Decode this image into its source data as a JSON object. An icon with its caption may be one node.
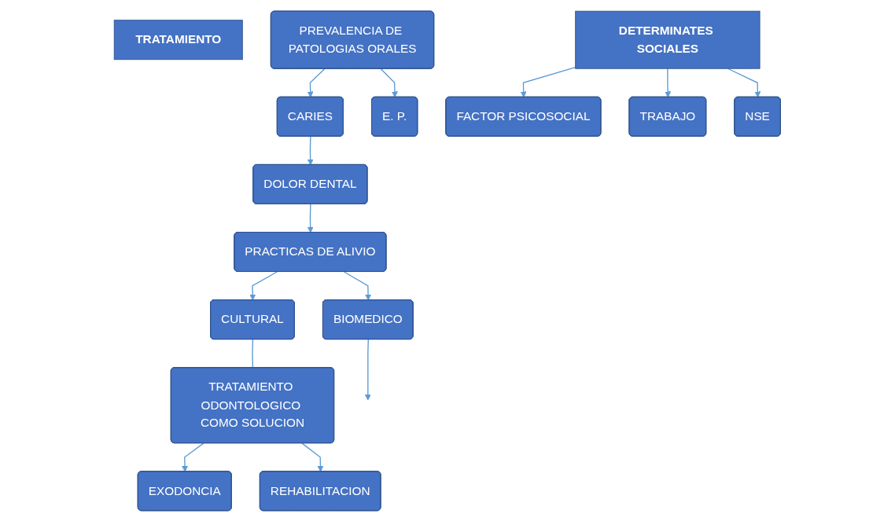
{
  "diagram": {
    "nodes": [
      {
        "text": [
          "TRATAMIENTO"
        ]
      },
      {
        "text": [
          "PREVALENCIA DE PATOLOGIAS ORALES"
        ]
      },
      {
        "text": [
          "CARIES"
        ]
      },
      {
        "text": [
          "E. P."
        ]
      },
      {
        "text": [
          "DOLOR DENTAL"
        ]
      },
      {
        "text": [
          "PRACTICAS DE ALIVIO"
        ]
      },
      {
        "text": [
          "BIOMEDICO"
        ]
      },
      {
        "text": [
          "CULTURAL"
        ]
      },
      {
        "text": [
          "TRATAMIENTO ODONTOLOGICO COMO SOLUCION"
        ]
      },
      {
        "text": [
          "EXODONCIA"
        ]
      },
      {
        "text": [
          "REHABILITACION"
        ]
      },
      {
        "text": [
          "DETERMINATES SOCIALES"
        ]
      },
      {
        "text": [
          "FACTOR PSICOSOCIAL"
        ]
      },
      {
        "text": [
          "TRABAJO"
        ]
      },
      {
        "text": [
          "NSE"
        ]
      }
    ],
    "edges": [
      {
        "from": 1,
        "to": 2,
        "arrow": "to"
      },
      {
        "from": 1,
        "to": 3,
        "arrow": "to"
      },
      {
        "from": 2,
        "to": 4,
        "arrow": "to"
      },
      {
        "from": 4,
        "to": 5,
        "arrow": "to"
      },
      {
        "from": 5,
        "to": 6,
        "arrow": "to"
      },
      {
        "from": 5,
        "to": 7,
        "arrow": "to"
      },
      {
        "from": 6,
        "to": null,
        "arrow": "to"
      },
      {
        "from": 7,
        "to": 8,
        "arrow": "none"
      },
      {
        "from": 8,
        "to": 9,
        "arrow": "to"
      },
      {
        "from": 8,
        "to": 10,
        "arrow": "to"
      },
      {
        "from": 11,
        "to": 12,
        "arrow": "to"
      },
      {
        "from": 11,
        "to": 13,
        "arrow": "to"
      },
      {
        "from": 11,
        "to": 14,
        "arrow": "to"
      }
    ]
  }
}
